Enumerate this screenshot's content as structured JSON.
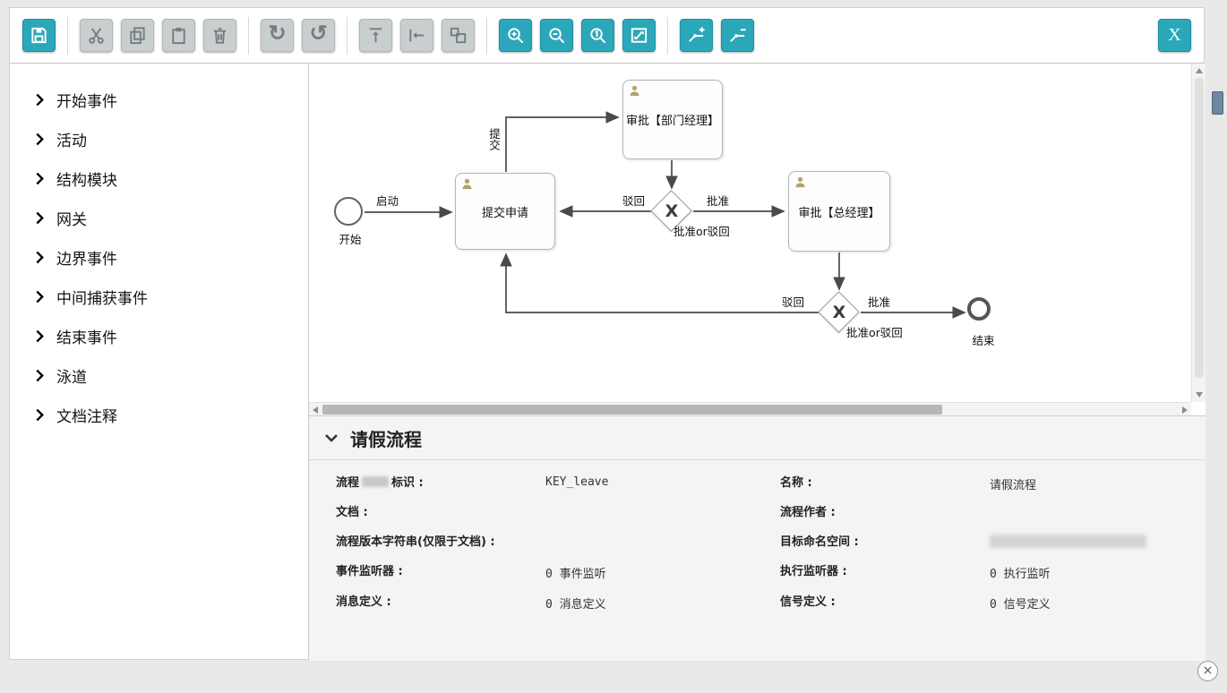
{
  "colors": {
    "accent": "#2ba7ba",
    "disabled": "#c9cecf"
  },
  "toolbar": {
    "xml_button_label": "X",
    "icons": {
      "redo": "↻",
      "undo": "↺"
    },
    "buttons": [
      {
        "name": "save",
        "enabled": true
      },
      {
        "name": "cut",
        "enabled": false
      },
      {
        "name": "copy",
        "enabled": false
      },
      {
        "name": "paste",
        "enabled": false
      },
      {
        "name": "delete",
        "enabled": false
      },
      {
        "name": "redo",
        "enabled": false
      },
      {
        "name": "undo",
        "enabled": false
      },
      {
        "name": "align-horizontal",
        "enabled": false
      },
      {
        "name": "align-vertical",
        "enabled": false
      },
      {
        "name": "same-size",
        "enabled": false
      },
      {
        "name": "zoom-in",
        "enabled": true
      },
      {
        "name": "zoom-out",
        "enabled": true
      },
      {
        "name": "zoom-actual",
        "enabled": true
      },
      {
        "name": "zoom-fit",
        "enabled": true
      },
      {
        "name": "add-bendpoint",
        "enabled": true
      },
      {
        "name": "remove-bendpoint",
        "enabled": true
      }
    ]
  },
  "palette": {
    "items": [
      {
        "label": "开始事件"
      },
      {
        "label": "活动"
      },
      {
        "label": "结构模块"
      },
      {
        "label": "网关"
      },
      {
        "label": "边界事件"
      },
      {
        "label": "中间捕获事件"
      },
      {
        "label": "结束事件"
      },
      {
        "label": "泳道"
      },
      {
        "label": "文档注释"
      }
    ]
  },
  "diagram": {
    "start_event_label": "开始",
    "end_event_label": "结束",
    "gateway_mark": "X",
    "tasks": {
      "submit": "提交申请",
      "dept_manager": "审批【部门经理】",
      "general_manager": "审批【总经理】"
    },
    "edge_labels": {
      "launch": "启动",
      "submit": "提交",
      "reject1": "驳回",
      "approve1": "批准",
      "gateway1": "批准or驳回",
      "reject2": "驳回",
      "approve2": "批准",
      "gateway2": "批准or驳回"
    }
  },
  "properties": {
    "title": "请假流程",
    "left": [
      {
        "label_prefix": "流程",
        "label_suffix": "标识 :",
        "value": "KEY_leave"
      },
      {
        "label": "文档 :",
        "value": ""
      },
      {
        "label": "流程版本字符串(仅限于文档) :",
        "value": ""
      },
      {
        "label": "事件监听器 :",
        "value": "0 事件监听"
      },
      {
        "label": "消息定义 :",
        "value": "0 消息定义"
      }
    ],
    "right": [
      {
        "label": "名称 :",
        "value": "请假流程"
      },
      {
        "label": "流程作者 :",
        "value": ""
      },
      {
        "label": "目标命名空间 :",
        "value": "",
        "redacted": true
      },
      {
        "label": "执行监听器 :",
        "value": "0 执行监听"
      },
      {
        "label": "信号定义 :",
        "value": "0 信号定义"
      }
    ]
  },
  "window": {
    "close_label": "×"
  }
}
